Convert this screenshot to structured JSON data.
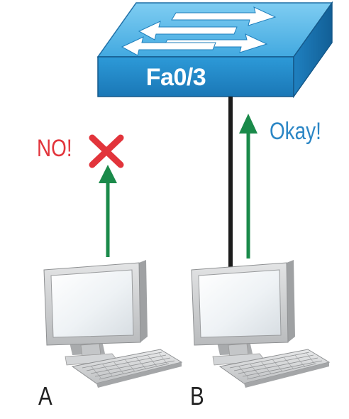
{
  "switch": {
    "port_label": "Fa0/3",
    "icon": "network-switch-icon"
  },
  "host_a": {
    "name": "A",
    "icon": "desktop-computer-icon",
    "status_text": "NO!",
    "status_icon": "red-x-icon",
    "status_color": "#e2343b"
  },
  "host_b": {
    "name": "B",
    "icon": "desktop-computer-icon",
    "status_text": "Okay!",
    "status_color": "#2b86c5"
  },
  "colors": {
    "switch_blue": "#2e9ad6",
    "arrow_green": "#1a8a4a",
    "cable": "#1b1b1b",
    "monitor_gray": "#c9cacb"
  }
}
